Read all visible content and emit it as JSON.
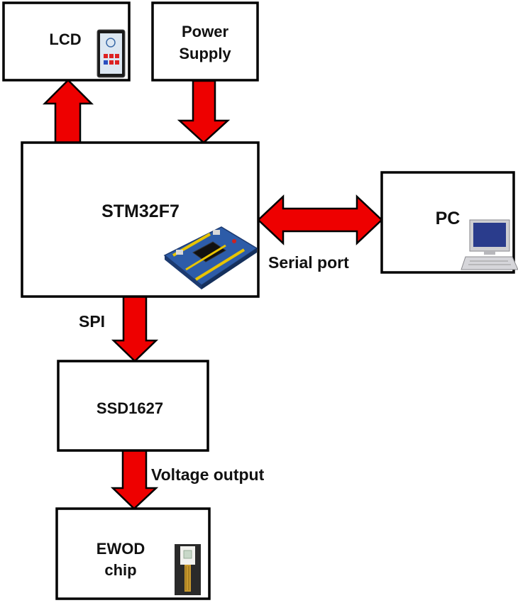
{
  "blocks": {
    "lcd": {
      "label": "LCD"
    },
    "power": {
      "line1": "Power",
      "line2": "Supply"
    },
    "mcu": {
      "label": "STM32F7"
    },
    "pc": {
      "label": "PC"
    },
    "driver": {
      "label": "SSD1627"
    },
    "chip": {
      "line1": "EWOD",
      "line2": "chip"
    }
  },
  "connections": {
    "serial": {
      "label": "Serial port"
    },
    "spi": {
      "label": "SPI"
    },
    "voltage": {
      "label": "Voltage output"
    }
  },
  "colors": {
    "arrow_fill": "#ee0000",
    "box_stroke": "#000000",
    "text": "#111111"
  }
}
